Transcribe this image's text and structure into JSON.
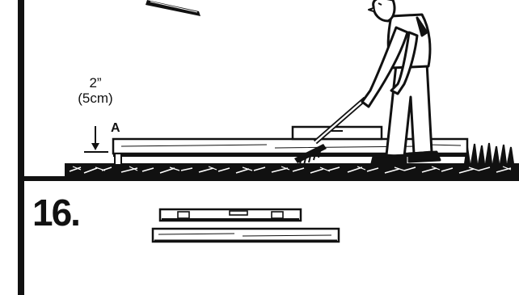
{
  "illustration": {
    "measurement": {
      "imperial": "2”",
      "metric": "(5cm)"
    },
    "marker": "A",
    "step_number": "16."
  }
}
